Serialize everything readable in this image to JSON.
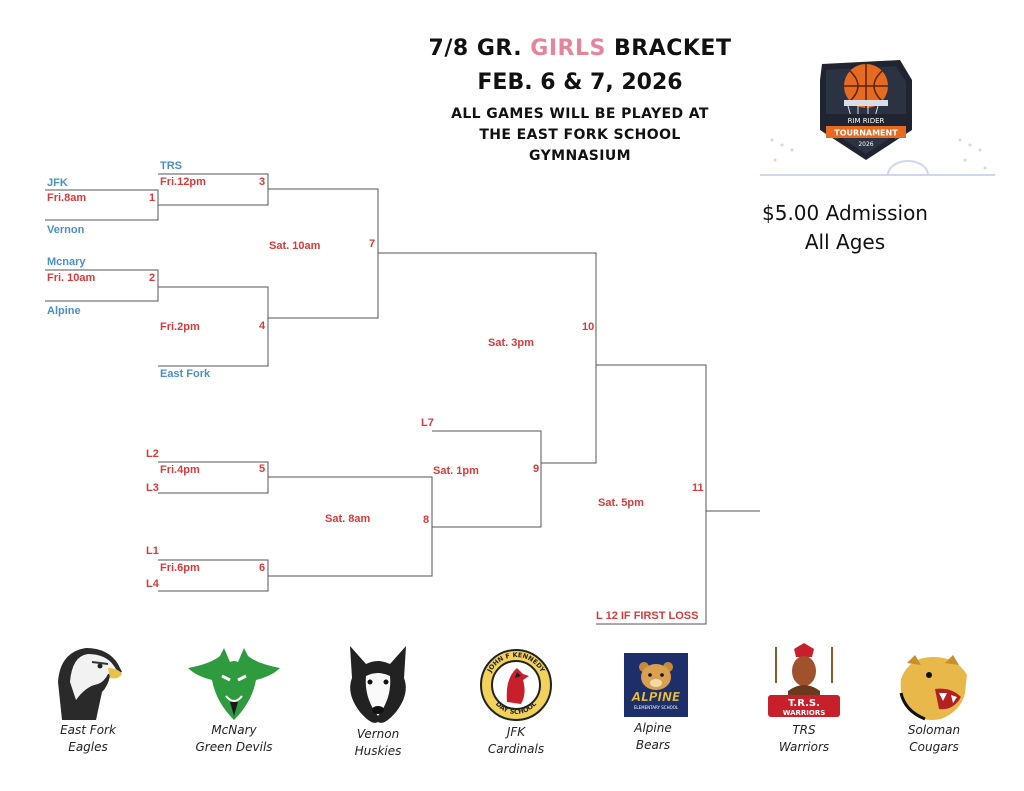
{
  "header": {
    "title_prefix": "7/8 GR. ",
    "title_highlight": "GIRLS",
    "title_suffix": " BRACKET",
    "dates": "FEB. 6 & 7, 2026",
    "venue_line1": "ALL GAMES WILL BE PLAYED AT",
    "venue_line2": "THE EAST FORK SCHOOL",
    "venue_line3": "GYMNASIUM",
    "highlight_color": "#e8849a"
  },
  "logo": {
    "line1": "RIM RIDER",
    "line2": "TOURNAMENT",
    "line3": "2026"
  },
  "admission": {
    "line1": "$5.00 Admission",
    "line2": "All Ages"
  },
  "teams": {
    "trs": "TRS",
    "jfk": "JFK",
    "vernon": "Vernon",
    "mcnary": "Mcnary",
    "alpine": "Alpine",
    "east_fork": "East Fork"
  },
  "games": {
    "g1": {
      "num": "1",
      "time": "Fri.8am"
    },
    "g2": {
      "num": "2",
      "time": "Fri. 10am"
    },
    "g3": {
      "num": "3",
      "time": "Fri.12pm"
    },
    "g4": {
      "num": "4",
      "time": "Fri.2pm"
    },
    "g5": {
      "num": "5",
      "time": "Fri.4pm"
    },
    "g6": {
      "num": "6",
      "time": "Fri.6pm"
    },
    "g7": {
      "num": "7",
      "time": "Sat. 10am"
    },
    "g8": {
      "num": "8",
      "time": "Sat. 8am"
    },
    "g9": {
      "num": "9",
      "time": "Sat. 1pm"
    },
    "g10": {
      "num": "10",
      "time": "Sat. 3pm"
    },
    "g11": {
      "num": "11",
      "time": "Sat. 5pm"
    }
  },
  "losers": {
    "l1": "L1",
    "l2": "L2",
    "l3": "L3",
    "l4": "L4",
    "l7": "L7",
    "l12": "L 12 IF FIRST LOSS"
  },
  "colors": {
    "team_blue": "#4a8fcc",
    "game_red": "#d93a3a",
    "line": "#555555"
  },
  "mascots": [
    {
      "line1": "East Fork",
      "line2": "Eagles",
      "icon": "eagle-icon"
    },
    {
      "line1": "McNary",
      "line2": "Green Devils",
      "icon": "green-devil-icon"
    },
    {
      "line1": "Vernon",
      "line2": "Huskies",
      "icon": "husky-icon"
    },
    {
      "line1": "JFK",
      "line2": "Cardinals",
      "icon": "cardinal-icon",
      "badge_top": "JOHN F KENNEDY",
      "badge_bottom": "DAY SCHOOL"
    },
    {
      "line1": "Alpine",
      "line2": "Bears",
      "icon": "bear-icon",
      "badge_text": "ALPINE",
      "badge_sub": "ELEMENTARY SCHOOL"
    },
    {
      "line1": "TRS",
      "line2": "Warriors",
      "icon": "warrior-icon",
      "badge_text": "T.R.S.",
      "badge_sub": "WARRIORS"
    },
    {
      "line1": "Soloman",
      "line2": "Cougars",
      "icon": "cougar-icon"
    }
  ]
}
